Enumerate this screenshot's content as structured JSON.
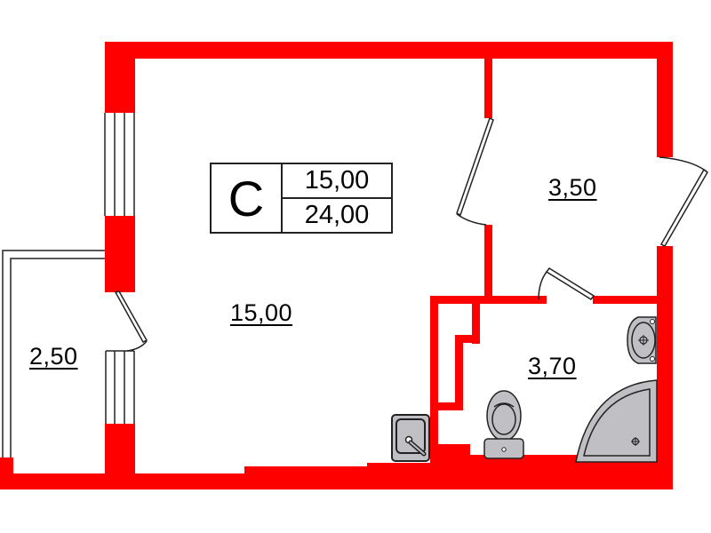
{
  "plan": {
    "type_letter": "C",
    "living_area": "15,00",
    "total_area": "24,00",
    "colors": {
      "wall": "#ff0000",
      "fixture_fill": "#c0c0c4",
      "fixture_stroke": "#222222",
      "line": "#222222",
      "background": "#ffffff"
    }
  },
  "rooms": [
    {
      "id": "living-room",
      "area": "15,00"
    },
    {
      "id": "hallway",
      "area": "3,50"
    },
    {
      "id": "bathroom",
      "area": "3,70"
    },
    {
      "id": "balcony",
      "area": "2,50"
    }
  ],
  "fixtures": [
    "kitchen-sink",
    "washbasin",
    "toilet",
    "corner-shower"
  ]
}
